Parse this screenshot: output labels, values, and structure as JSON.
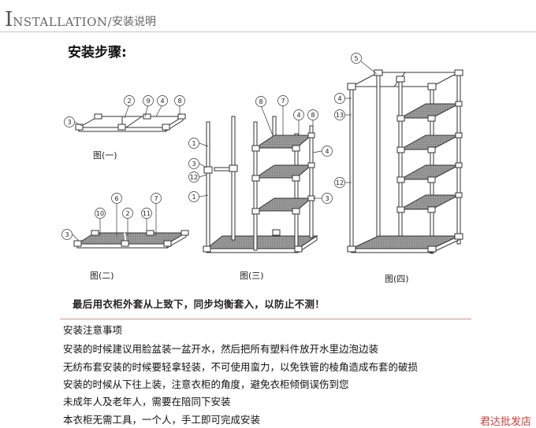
{
  "header": {
    "initial": "I",
    "title_rest": "NSTALLATION/",
    "title_cn": "安装说明"
  },
  "steps_title": "安装步骤:",
  "figures": {
    "fig1": {
      "caption": "图(一)",
      "callouts": [
        "3",
        "2",
        "9",
        "4",
        "8"
      ]
    },
    "fig2": {
      "caption": "图(二)",
      "callouts": [
        "3",
        "10",
        "6",
        "2",
        "11",
        "7"
      ]
    },
    "fig3": {
      "caption": "图(三)",
      "callouts": [
        "1",
        "3",
        "12",
        "1",
        "8",
        "7",
        "4",
        "8",
        "4",
        "3"
      ]
    },
    "fig4": {
      "caption": "图(四)",
      "callouts": [
        "5",
        "4",
        "13",
        "12"
      ]
    }
  },
  "final_note": "最后用衣柜外套从上致下，同步均衡套入，以防止不测！",
  "notes": {
    "title": "安装注意事项",
    "items": [
      "安装的时候建议用脸盆装一盆开水，然后把所有塑料件放开水里边泡边装",
      "无纺布套安装的时候要轻拿轻装，不可使用蛮力，以免铁管的棱角造成布套的破损",
      "安装的时候从下往上装，注意衣柜的角度，避免衣柜倾倒误伤到您",
      "未成年人及老年人，需要在陪同下安装",
      "本衣柜无需工具，一个人，手工即可完成安装"
    ]
  },
  "watermark": "君达批发店"
}
